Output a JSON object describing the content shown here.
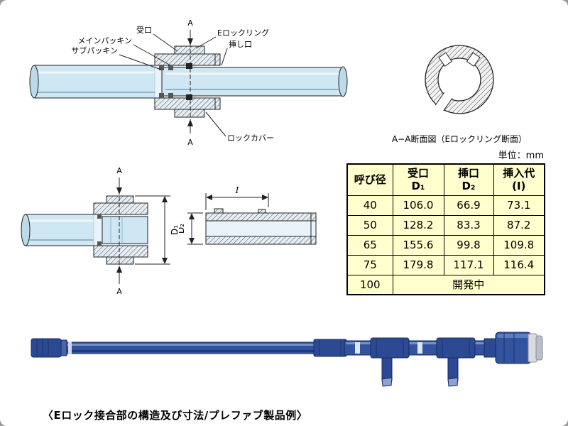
{
  "page": {
    "caption": "〈Eロック接合部の構造及び寸法/プレファブ製品例〉"
  },
  "main_diagram": {
    "labels": {
      "socket": "受口",
      "main_packing": "メインパッキン",
      "sub_packing": "サブパッキン",
      "e_lock_ring": "Eロックリング",
      "spigot": "挿し口",
      "lock_cover": "ロックカバー",
      "section_a_top": "A",
      "section_a_bottom": "A"
    }
  },
  "ring_section": {
    "caption": "A−A断面図（Eロックリング断面）"
  },
  "d1_diagram": {
    "section_a_top": "A",
    "section_a_bottom": "A",
    "dim_d1": "D₁"
  },
  "spigot_diagram": {
    "dim_i": "I",
    "dim_d2": "D₂"
  },
  "table": {
    "unit": "単位：mm",
    "headers": {
      "diameter": "呼び径",
      "socket": "受口",
      "socket_dim": "D₁",
      "spigot": "挿口",
      "spigot_dim": "D₂",
      "insertion": "挿入代",
      "insertion_dim": "(I)"
    },
    "rows": [
      {
        "diameter": "40",
        "d1": "106.0",
        "d2": "66.9",
        "insertion": "73.1"
      },
      {
        "diameter": "50",
        "d1": "128.2",
        "d2": "83.3",
        "insertion": "87.2"
      },
      {
        "diameter": "65",
        "d1": "155.6",
        "d2": "99.8",
        "insertion": "109.8"
      },
      {
        "diameter": "75",
        "d1": "179.8",
        "d2": "117.1",
        "insertion": "116.4"
      }
    ],
    "row_100": {
      "diameter": "100",
      "status": "開発中"
    }
  }
}
